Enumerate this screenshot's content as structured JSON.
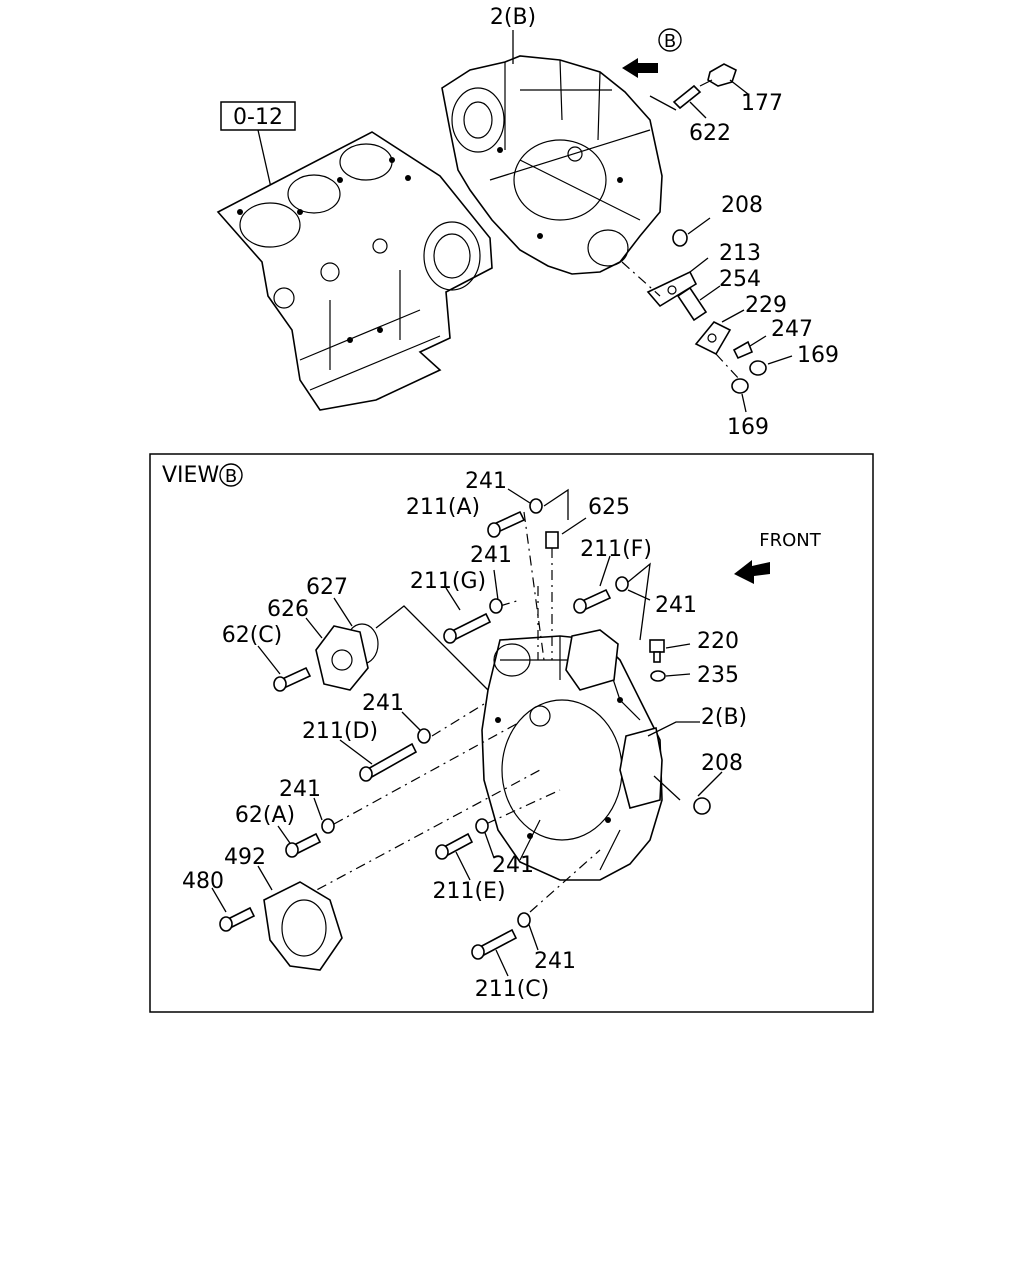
{
  "top": {
    "ref_box": "0-12",
    "labels": {
      "p2b": "2(B)",
      "p177": "177",
      "p622": "622",
      "p208": "208",
      "p213": "213",
      "p254": "254",
      "p229": "229",
      "p247": "247",
      "p169a": "169",
      "p169b": "169"
    },
    "view_mark": "B"
  },
  "view": {
    "title": "VIEW",
    "title_mark": "B",
    "front_label": "FRONT",
    "labels": {
      "p241_1": "241",
      "p211a": "211(A)",
      "p625": "625",
      "p241_2": "241",
      "p211f": "211(F)",
      "p211g": "211(G)",
      "p241_3": "241",
      "p627": "627",
      "p626": "626",
      "p62c": "62(C)",
      "p220": "220",
      "p235": "235",
      "p241_4": "241",
      "p211d": "211(D)",
      "p2b": "2(B)",
      "p208": "208",
      "p241_5": "241",
      "p62a": "62(A)",
      "p492": "492",
      "p241_6": "241",
      "p480": "480",
      "p211e": "211(E)",
      "p241_7": "241",
      "p211c": "211(C)"
    }
  }
}
